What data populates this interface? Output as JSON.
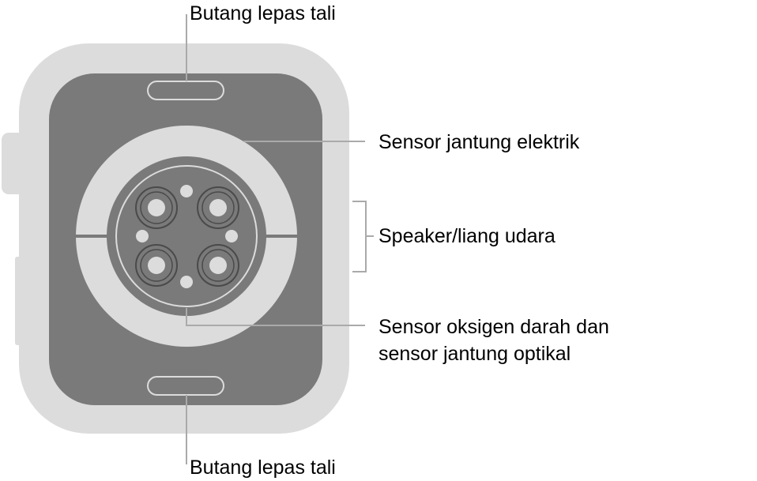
{
  "labels": {
    "band_release_top": "Butang lepas tali",
    "electrical_heart_sensor": "Sensor jantung elektrik",
    "speaker_air_vent": "Speaker/liang udara",
    "blood_oxygen_line1": "Sensor oksigen darah dan",
    "blood_oxygen_line2": "sensor jantung optikal",
    "band_release_bottom": "Butang lepas tali"
  },
  "colors": {
    "case": "#dcdcdc",
    "back_panel": "#7a7a7a",
    "sensor_ring": "#dcdcdc",
    "sensor_center": "#7a7a7a",
    "sensor_dot": "#dcdcdc",
    "leader_line": "#aaaaaa",
    "text": "#000000"
  }
}
